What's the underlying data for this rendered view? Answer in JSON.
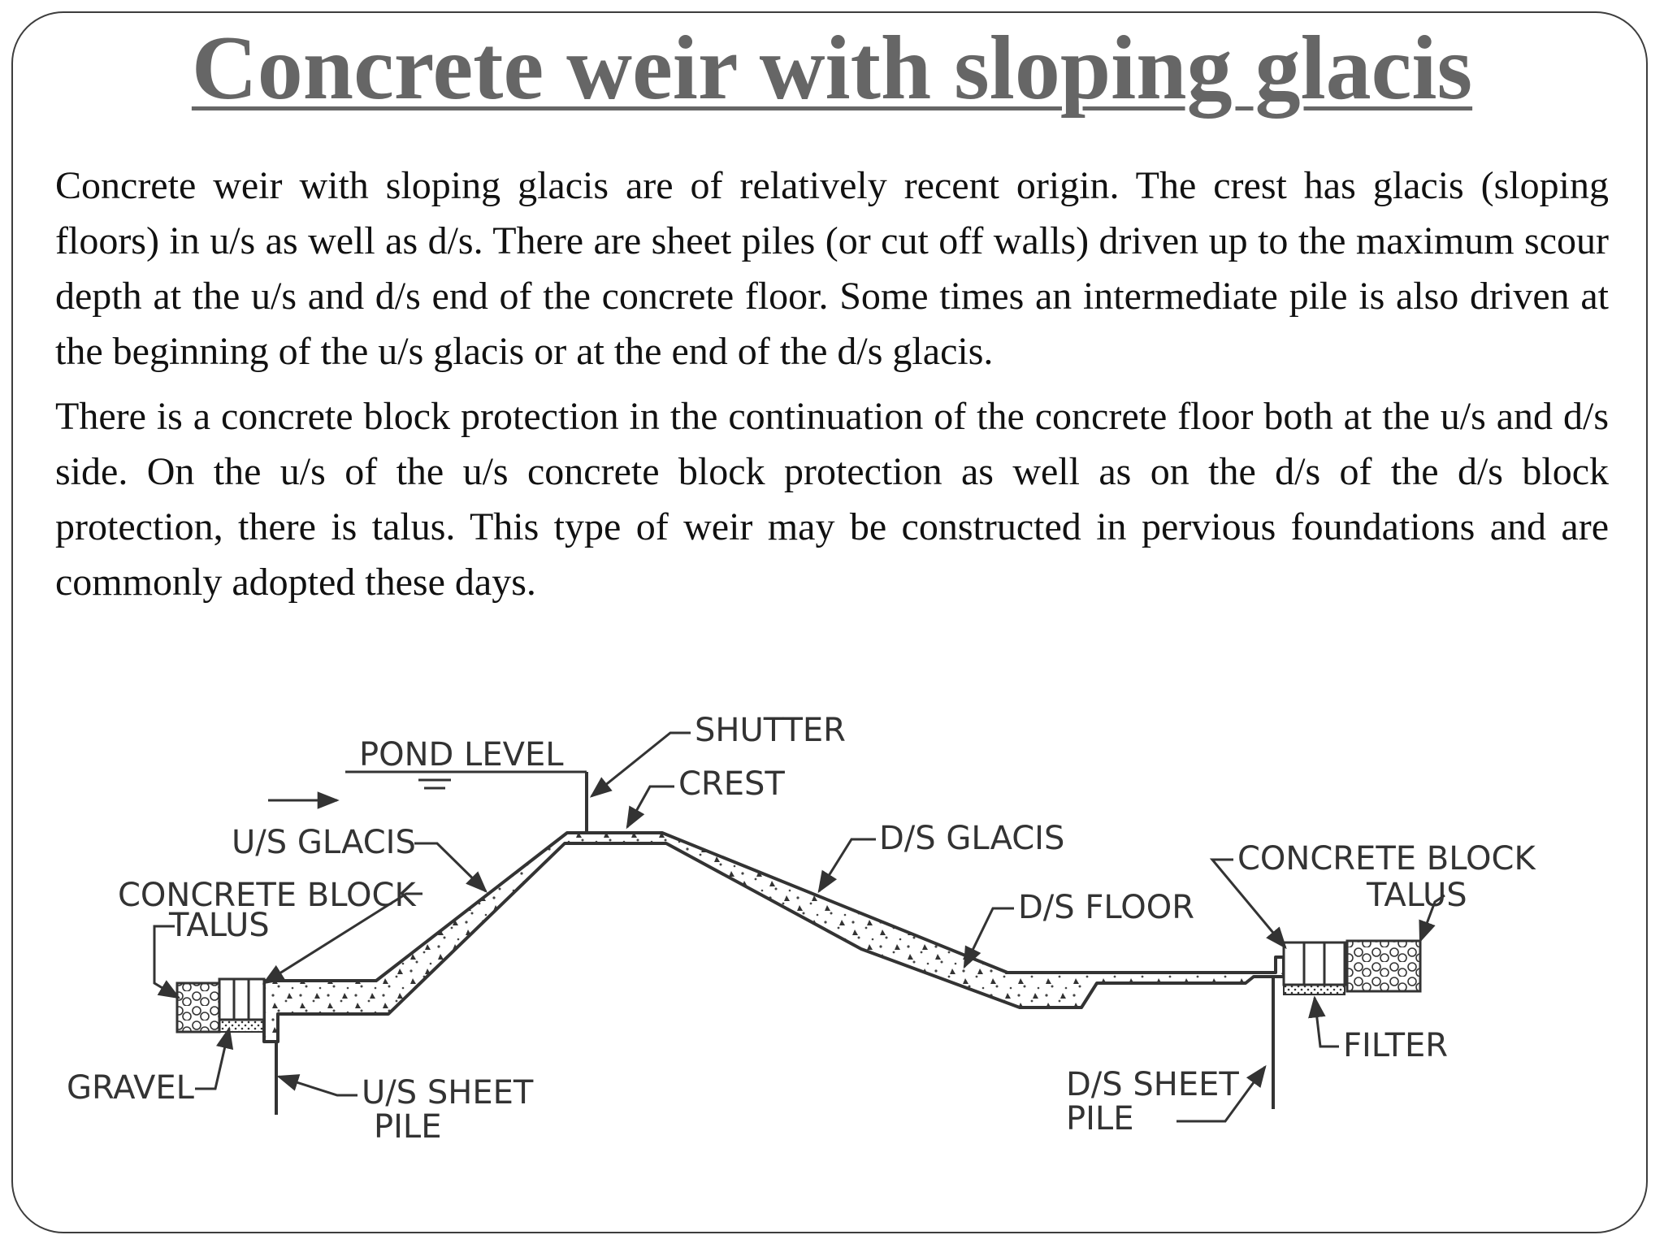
{
  "slide": {
    "title": "Concrete weir with sloping glacis",
    "paragraphs": [
      "Concrete weir with sloping glacis are of relatively recent origin. The crest has glacis (sloping floors) in u/s as well as d/s. There are sheet piles (or cut off walls) driven up to the maximum scour depth at the u/s and d/s end of the concrete floor. Some times an intermediate pile is also driven at the beginning of the u/s glacis or at the end of the d/s glacis.",
      "There is a concrete block protection in the continuation of the concrete floor both at the u/s and d/s side. On the u/s of the u/s concrete block protection as well as on the d/s of the d/s block protection, there is talus. This type of weir may be constructed in pervious foundations and are commonly adopted these days."
    ]
  },
  "diagram": {
    "labels": {
      "pond_level": "POND LEVEL",
      "shutter": "SHUTTER",
      "crest": "CREST",
      "us_glacis": "U/S GLACIS",
      "ds_glacis": "D/S GLACIS",
      "us_concrete_block": "CONCRETE BLOCK",
      "ds_concrete_block": "CONCRETE BLOCK",
      "us_talus": "TALUS",
      "ds_talus": "TALUS",
      "ds_floor": "D/S FLOOR",
      "filter": "FILTER",
      "gravel": "GRAVEL",
      "us_sheet_pile_1": "U/S SHEET",
      "us_sheet_pile_2": "PILE",
      "ds_sheet_pile_1": "D/S SHEET",
      "ds_sheet_pile_2": "PILE"
    }
  }
}
